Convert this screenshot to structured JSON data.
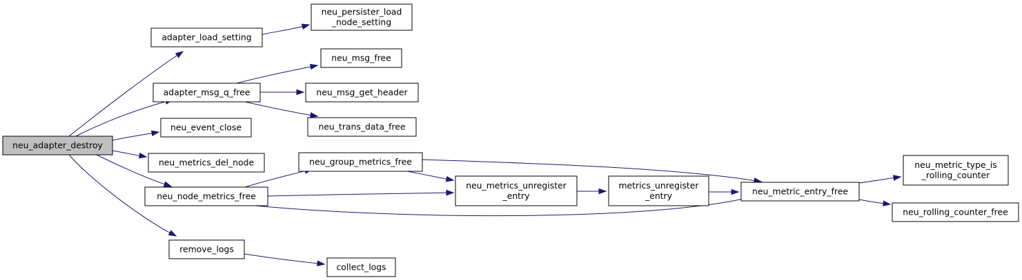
{
  "diagram": {
    "type": "call-graph",
    "colors": {
      "edge": "#191970",
      "root_fill": "#bfbfbf",
      "node_fill": "#ffffff",
      "border": "#000000"
    },
    "nodes": [
      {
        "id": "neu_adapter_destroy",
        "lines": [
          "neu_adapter_destroy"
        ],
        "root": true
      },
      {
        "id": "adapter_load_setting",
        "lines": [
          "adapter_load_setting"
        ]
      },
      {
        "id": "neu_persister_load_node_setting",
        "lines": [
          "neu_persister_load",
          "_node_setting"
        ]
      },
      {
        "id": "adapter_msg_q_free",
        "lines": [
          "adapter_msg_q_free"
        ]
      },
      {
        "id": "neu_msg_free",
        "lines": [
          "neu_msg_free"
        ]
      },
      {
        "id": "neu_msg_get_header",
        "lines": [
          "neu_msg_get_header"
        ]
      },
      {
        "id": "neu_trans_data_free",
        "lines": [
          "neu_trans_data_free"
        ]
      },
      {
        "id": "neu_event_close",
        "lines": [
          "neu_event_close"
        ]
      },
      {
        "id": "neu_metrics_del_node",
        "lines": [
          "neu_metrics_del_node"
        ]
      },
      {
        "id": "neu_group_metrics_free",
        "lines": [
          "neu_group_metrics_free"
        ]
      },
      {
        "id": "neu_node_metrics_free",
        "lines": [
          "neu_node_metrics_free"
        ]
      },
      {
        "id": "neu_metrics_unregister_entry",
        "lines": [
          "neu_metrics_unregister",
          "_entry"
        ]
      },
      {
        "id": "metrics_unregister_entry",
        "lines": [
          "metrics_unregister",
          "_entry"
        ]
      },
      {
        "id": "neu_metric_entry_free",
        "lines": [
          "neu_metric_entry_free"
        ]
      },
      {
        "id": "neu_metric_type_is_rolling_counter",
        "lines": [
          "neu_metric_type_is",
          "_rolling_counter"
        ]
      },
      {
        "id": "neu_rolling_counter_free",
        "lines": [
          "neu_rolling_counter_free"
        ]
      },
      {
        "id": "remove_logs",
        "lines": [
          "remove_logs"
        ]
      },
      {
        "id": "collect_logs",
        "lines": [
          "collect_logs"
        ]
      }
    ],
    "edges": [
      {
        "from": "neu_adapter_destroy",
        "to": "adapter_load_setting"
      },
      {
        "from": "neu_adapter_destroy",
        "to": "adapter_msg_q_free"
      },
      {
        "from": "neu_adapter_destroy",
        "to": "neu_event_close"
      },
      {
        "from": "neu_adapter_destroy",
        "to": "neu_metrics_del_node"
      },
      {
        "from": "neu_adapter_destroy",
        "to": "neu_node_metrics_free"
      },
      {
        "from": "neu_adapter_destroy",
        "to": "remove_logs"
      },
      {
        "from": "adapter_load_setting",
        "to": "neu_persister_load_node_setting"
      },
      {
        "from": "adapter_msg_q_free",
        "to": "neu_msg_free"
      },
      {
        "from": "adapter_msg_q_free",
        "to": "neu_msg_get_header"
      },
      {
        "from": "adapter_msg_q_free",
        "to": "neu_trans_data_free"
      },
      {
        "from": "neu_node_metrics_free",
        "to": "neu_group_metrics_free"
      },
      {
        "from": "neu_node_metrics_free",
        "to": "neu_metrics_unregister_entry"
      },
      {
        "from": "neu_node_metrics_free",
        "to": "neu_metric_entry_free"
      },
      {
        "from": "neu_group_metrics_free",
        "to": "neu_metrics_unregister_entry"
      },
      {
        "from": "neu_group_metrics_free",
        "to": "neu_metric_entry_free"
      },
      {
        "from": "neu_metrics_unregister_entry",
        "to": "metrics_unregister_entry"
      },
      {
        "from": "metrics_unregister_entry",
        "to": "neu_metric_entry_free"
      },
      {
        "from": "neu_metric_entry_free",
        "to": "neu_metric_type_is_rolling_counter"
      },
      {
        "from": "neu_metric_entry_free",
        "to": "neu_rolling_counter_free"
      },
      {
        "from": "remove_logs",
        "to": "collect_logs"
      }
    ]
  }
}
